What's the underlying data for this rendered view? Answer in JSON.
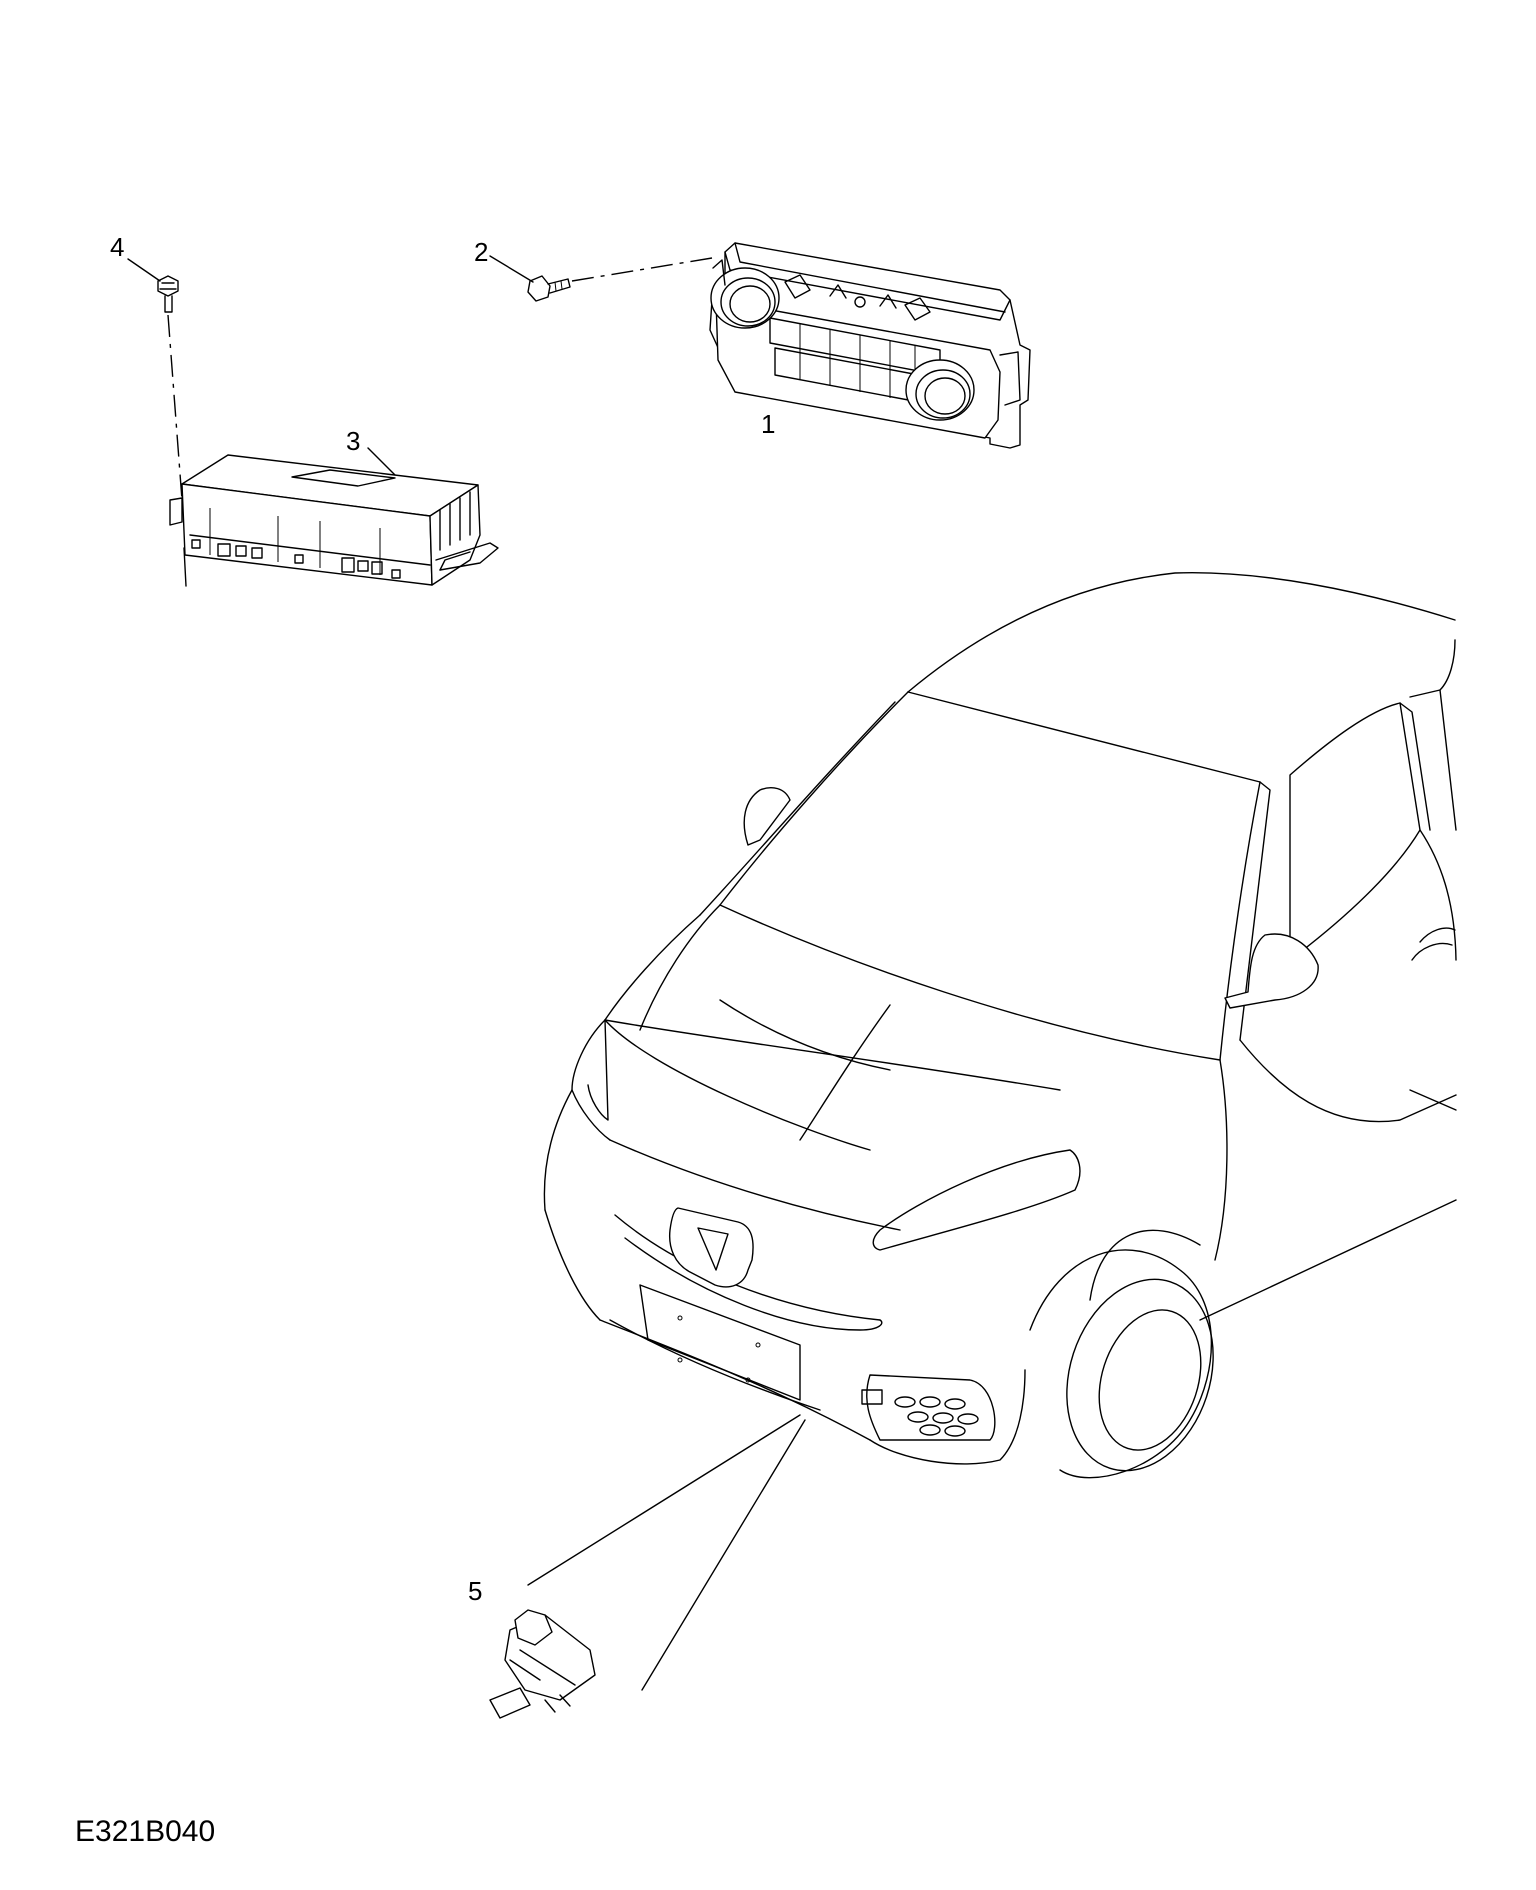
{
  "diagram": {
    "drawing_code": "E321B040",
    "callouts": [
      {
        "id": "c1",
        "label": "1",
        "part": "climate control panel"
      },
      {
        "id": "c2",
        "label": "2",
        "part": "screw"
      },
      {
        "id": "c3",
        "label": "3",
        "part": "control module"
      },
      {
        "id": "c4",
        "label": "4",
        "part": "bolt"
      },
      {
        "id": "c5",
        "label": "5",
        "part": "ambient temperature sensor"
      }
    ]
  }
}
